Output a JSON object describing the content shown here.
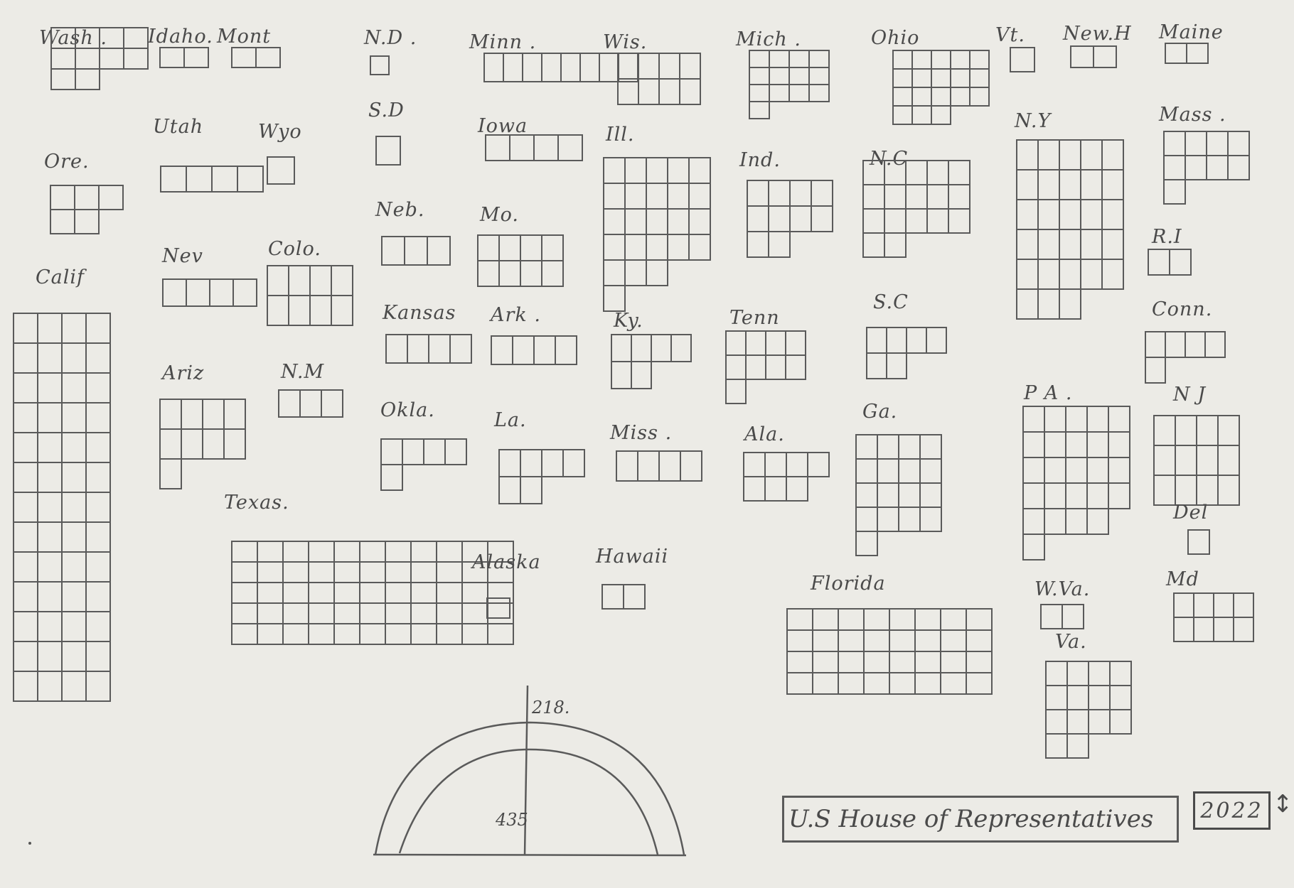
{
  "states": [
    {
      "id": "wash",
      "label": "Wash .",
      "rows": [
        "1111",
        "1111",
        "11"
      ]
    },
    {
      "id": "idaho",
      "label": "Idaho.",
      "rows": [
        "11"
      ]
    },
    {
      "id": "mont",
      "label": "Mont",
      "rows": [
        "11"
      ]
    },
    {
      "id": "nd",
      "label": "N.D .",
      "rows": [
        "1"
      ]
    },
    {
      "id": "minn",
      "label": "Minn .",
      "rows": [
        "11111111"
      ]
    },
    {
      "id": "wis",
      "label": "Wis.",
      "rows": [
        "1111",
        "1111"
      ]
    },
    {
      "id": "mich",
      "label": "Mich .",
      "rows": [
        "1111",
        "1111",
        "1111",
        "1"
      ]
    },
    {
      "id": "ohio",
      "label": "Ohio",
      "rows": [
        "11111",
        "11111",
        "11111",
        "111"
      ]
    },
    {
      "id": "vt",
      "label": "Vt.",
      "rows": [
        "1"
      ]
    },
    {
      "id": "newh",
      "label": "New.H",
      "rows": [
        "11"
      ]
    },
    {
      "id": "maine",
      "label": "Maine",
      "rows": [
        "11"
      ]
    },
    {
      "id": "utah",
      "label": "Utah",
      "rows": [
        "1111"
      ]
    },
    {
      "id": "wyo",
      "label": "Wyo",
      "rows": [
        "1"
      ]
    },
    {
      "id": "sd",
      "label": "S.D",
      "rows": [
        "1"
      ]
    },
    {
      "id": "iowa",
      "label": "Iowa",
      "rows": [
        "1111"
      ]
    },
    {
      "id": "ill",
      "label": "Ill.",
      "rows": [
        "11111",
        "11111",
        "11111",
        "11111",
        "111",
        "1"
      ]
    },
    {
      "id": "ind",
      "label": "Ind.",
      "rows": [
        "1111",
        "1111",
        "11"
      ]
    },
    {
      "id": "nc",
      "label": "N.C",
      "rows": [
        "11111",
        "11111",
        "11111",
        "11"
      ]
    },
    {
      "id": "ny",
      "label": "N.Y",
      "rows": [
        "11111",
        "11111",
        "11111",
        "11111",
        "11111",
        "111"
      ]
    },
    {
      "id": "mass",
      "label": "Mass .",
      "rows": [
        "1111",
        "1111",
        "1"
      ]
    },
    {
      "id": "ore",
      "label": "Ore.",
      "rows": [
        "111",
        "11"
      ]
    },
    {
      "id": "neb",
      "label": "Neb.",
      "rows": [
        "111"
      ]
    },
    {
      "id": "mo",
      "label": "Mo.",
      "rows": [
        "1111",
        "1111"
      ]
    },
    {
      "id": "ri",
      "label": "R.I",
      "rows": [
        "11"
      ]
    },
    {
      "id": "calif",
      "label": "Calif",
      "rows": [
        "1111",
        "1111",
        "1111",
        "1111",
        "1111",
        "1111",
        "1111",
        "1111",
        "1111",
        "1111",
        "1111",
        "1111",
        "1111"
      ]
    },
    {
      "id": "nev",
      "label": "Nev",
      "rows": [
        "1111"
      ]
    },
    {
      "id": "colo",
      "label": "Colo.",
      "rows": [
        "1111",
        "1111"
      ]
    },
    {
      "id": "kansas",
      "label": "Kansas",
      "rows": [
        "1111"
      ]
    },
    {
      "id": "ark",
      "label": "Ark .",
      "rows": [
        "1111"
      ]
    },
    {
      "id": "ky",
      "label": "Ky.",
      "rows": [
        "1111",
        "11"
      ]
    },
    {
      "id": "tenn",
      "label": "Tenn",
      "rows": [
        "1111",
        "1111",
        "1"
      ]
    },
    {
      "id": "sc",
      "label": "S.C",
      "rows": [
        "1111",
        "11"
      ]
    },
    {
      "id": "conn",
      "label": "Conn.",
      "rows": [
        "1111",
        "1"
      ]
    },
    {
      "id": "ariz",
      "label": "Ariz",
      "rows": [
        "1111",
        "1111",
        "1"
      ]
    },
    {
      "id": "nm",
      "label": "N.M",
      "rows": [
        "111"
      ]
    },
    {
      "id": "okla",
      "label": "Okla.",
      "rows": [
        "1111",
        "1"
      ]
    },
    {
      "id": "la",
      "label": "La.",
      "rows": [
        "1111",
        "11"
      ]
    },
    {
      "id": "miss",
      "label": "Miss .",
      "rows": [
        "1111"
      ]
    },
    {
      "id": "ala",
      "label": "Ala.",
      "rows": [
        "1111",
        "111"
      ]
    },
    {
      "id": "ga",
      "label": "Ga.",
      "rows": [
        "1111",
        "1111",
        "1111",
        "1111",
        "1"
      ]
    },
    {
      "id": "pa",
      "label": "P A .",
      "rows": [
        "11111",
        "11111",
        "11111",
        "11111",
        "1111",
        "1"
      ]
    },
    {
      "id": "nj",
      "label": "N J",
      "rows": [
        "1111",
        "1111",
        "1111"
      ]
    },
    {
      "id": "texas",
      "label": "Texas.",
      "rows": [
        "11111111111",
        "11111111111",
        "11111111111",
        "11111111111",
        "11111111111"
      ]
    },
    {
      "id": "del",
      "label": "Del",
      "rows": [
        "1"
      ]
    },
    {
      "id": "alaska",
      "label": "Alaska",
      "rows": [
        "1"
      ]
    },
    {
      "id": "hawaii",
      "label": "Hawaii",
      "rows": [
        "11"
      ]
    },
    {
      "id": "florida",
      "label": "Florida",
      "rows": [
        "11111111",
        "11111111",
        "11111111",
        "11111111"
      ]
    },
    {
      "id": "wva",
      "label": "W.Va.",
      "rows": [
        "11"
      ]
    },
    {
      "id": "md",
      "label": "Md",
      "rows": [
        "1111",
        "1111"
      ]
    },
    {
      "id": "va",
      "label": "Va.",
      "rows": [
        "1111",
        "1111",
        "1111",
        "11"
      ]
    }
  ],
  "chamber": {
    "total_label": "218.",
    "majority_label": "435"
  },
  "title": "U.S House of Representatives",
  "year": "2022",
  "year_arrow": "↕",
  "colors": {
    "paper": "#ecebe6",
    "pencil": "#5a5a5a",
    "background": "#0f0f14"
  }
}
